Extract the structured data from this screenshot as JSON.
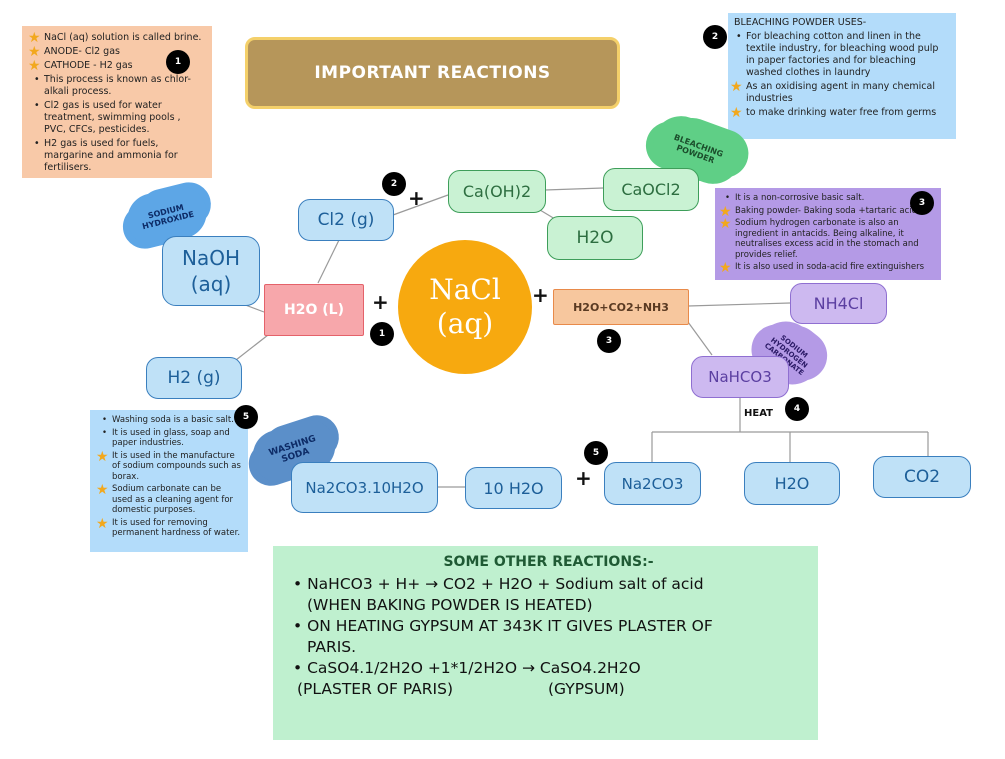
{
  "title": "IMPORTANT REACTIONS",
  "center": {
    "line1": "NaCl",
    "line2": "(aq)"
  },
  "nodes": {
    "h2o_l": "H2O (L)",
    "naoh": {
      "line1": "NaOH",
      "line2": "(aq)"
    },
    "cl2": "Cl2 (g)",
    "h2": "H2 (g)",
    "caoh2": "Ca(OH)2",
    "caocl2": "CaOCl2",
    "h2o_top": "H2O",
    "reagent_mix": "H2O+CO2+NH3",
    "nh4cl": "NH4Cl",
    "nahco3": "NaHCO3",
    "heat": "HEAT",
    "na2co3": "Na2CO3",
    "h2o_bottom": "H2O",
    "co2": "CO2",
    "water10": "10 H2O",
    "washing_soda_formula": "Na2CO3.10H2O"
  },
  "plus_sign": "+",
  "clouds": {
    "sodium_hydroxide": "SODIUM HYDROXIDE",
    "bleaching_powder": "BLEACHING POWDER",
    "sodium_hydrogen_carbonate": "SODIUM HYDROGEN CARBONATE",
    "washing_soda": "WASHING SODA"
  },
  "badges": {
    "one": "1",
    "two": "2",
    "three": "3",
    "four": "4",
    "five": "5"
  },
  "note1": {
    "items": [
      {
        "text": "NaCl (aq) solution is called brine.",
        "star": true
      },
      {
        "text": "ANODE- Cl2 gas",
        "star": true
      },
      {
        "text": "CATHODE - H2 gas",
        "star": true
      },
      {
        "text": "This process is known as chlor-alkali process.",
        "star": false
      },
      {
        "text": "Cl2 gas is used for water treatment, swimming pools , PVC, CFCs, pesticides.",
        "star": false
      },
      {
        "text": "H2 gas is used for fuels, margarine and ammonia for fertilisers.",
        "star": false
      }
    ]
  },
  "note2": {
    "heading": "BLEACHING POWDER USES-",
    "items": [
      {
        "text": "For bleaching cotton and linen in the textile industry, for bleaching wood pulp in paper factories and for bleaching washed clothes in laundry",
        "star": false
      },
      {
        "text": "As an oxidising agent in many chemical industries",
        "star": true
      },
      {
        "text": "to make drinking water free from germs",
        "star": true
      }
    ]
  },
  "note3": {
    "items": [
      {
        "text": "It is a non-corrosive basic salt.",
        "star": false
      },
      {
        "text": "Baking powder- Baking soda +tartaric acid.",
        "star": true
      },
      {
        "text": "Sodium hydrogen carbonate is also an ingredient in antacids. Being alkaline, it neutralises excess acid in the stomach and provides relief.",
        "star": true
      },
      {
        "text": "It is also used in soda-acid fire extinguishers",
        "star": true
      }
    ]
  },
  "note5": {
    "items": [
      {
        "text": "Washing soda is a basic salt.",
        "star": false
      },
      {
        "text": "It is used in glass, soap and paper industries.",
        "star": false
      },
      {
        "text": "It is used in the manufacture of sodium compounds such as borax.",
        "star": true
      },
      {
        "text": "Sodium carbonate can be used as a cleaning agent for domestic purposes.",
        "star": true
      },
      {
        "text": "It is used for removing permanent hardness of water.",
        "star": true
      }
    ]
  },
  "other_reactions": {
    "heading": "SOME OTHER REACTIONS:-",
    "line1": "NaHCO3 + H+ → CO2 + H2O + Sodium salt of acid",
    "line2": "(WHEN BAKING POWDER IS HEATED)",
    "line3": "ON HEATING GYPSUM AT 343K IT GIVES PLASTER OF",
    "line4": "PARIS.",
    "line5": "CaSO4.1/2H2O +1*1/2H2O → CaSO4.2H2O",
    "line6a": "(PLASTER OF PARIS)",
    "line6b": "(GYPSUM)"
  },
  "colors": {
    "title_bg": "#b6965a",
    "center_fill": "#f7a90f",
    "note1_bg": "#f8c9a8",
    "note_blue_bg": "#b3dcfa",
    "note_purple_bg": "#b49ae6",
    "reaction_bg": "#bff0cf",
    "red_box": "#f7a7ab",
    "orange_box": "#f7c79e",
    "star": "#f2a81d"
  }
}
